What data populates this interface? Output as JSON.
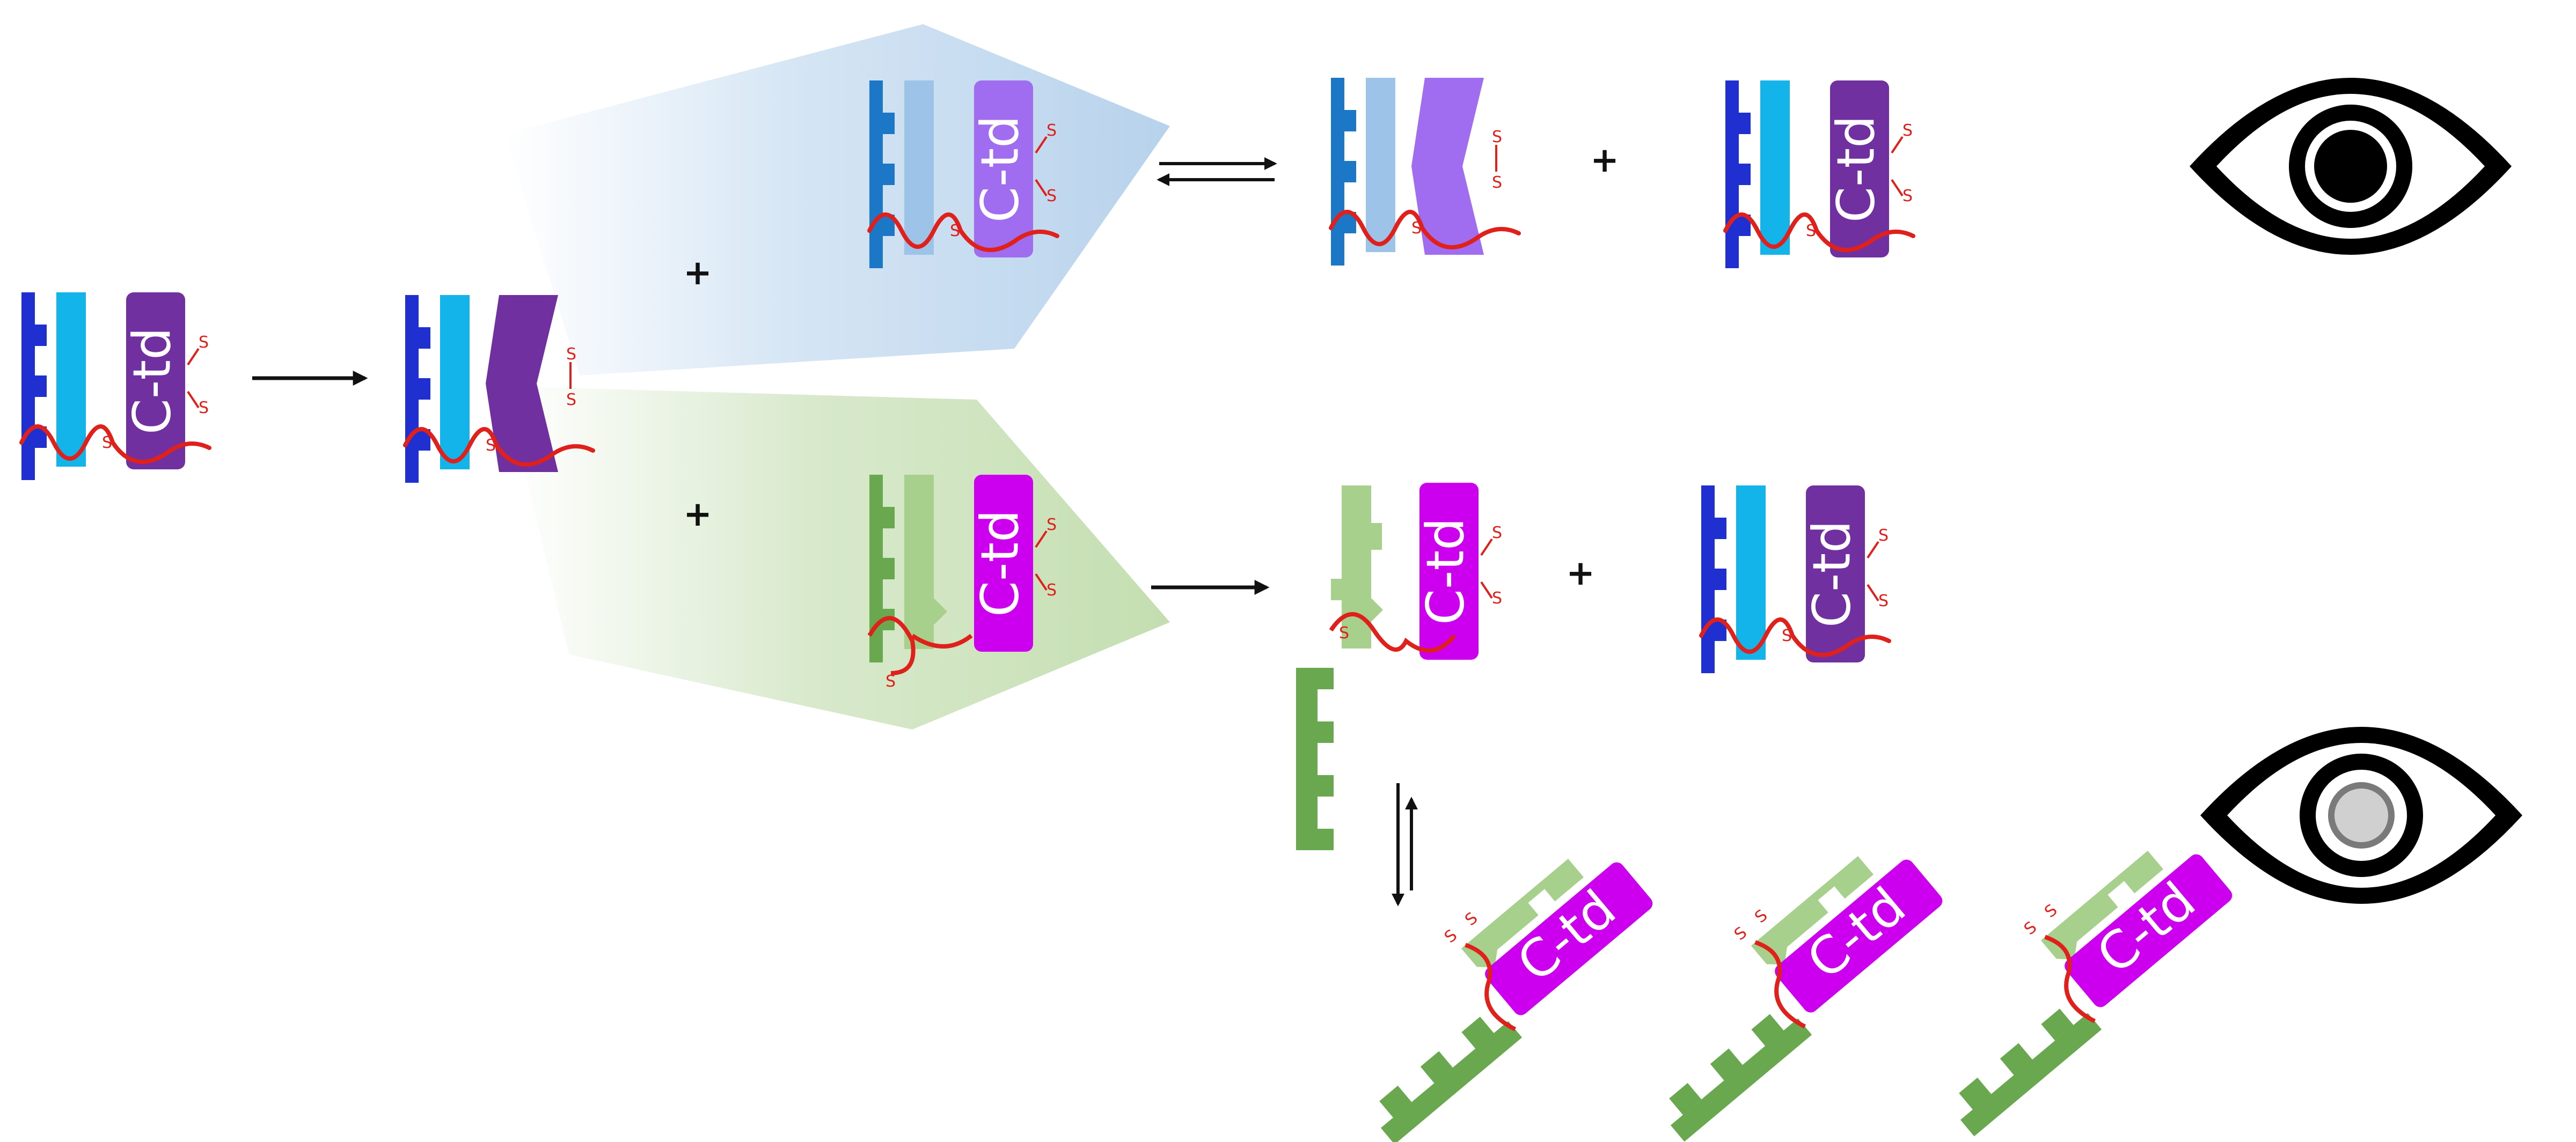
{
  "labels": {
    "ctd": "C-td",
    "sulfur": "S",
    "plus": "+"
  },
  "colors": {
    "blue_dark": "#1f2fd0",
    "blue_light": "#12b4ea",
    "blue_mid": "#1c78c6",
    "blue_pale": "#9dc4e8",
    "purple": "#7030a0",
    "purple_light": "#a06cf0",
    "magenta": "#cc00ee",
    "green": "#6aa84f",
    "green_pale": "#a7d08c",
    "loop_red": "#e0201a",
    "eye": "#000000",
    "pupil_gray": "#cfcfcf"
  },
  "icons": [
    "eye-icon-open",
    "eye-icon-dimmed"
  ]
}
